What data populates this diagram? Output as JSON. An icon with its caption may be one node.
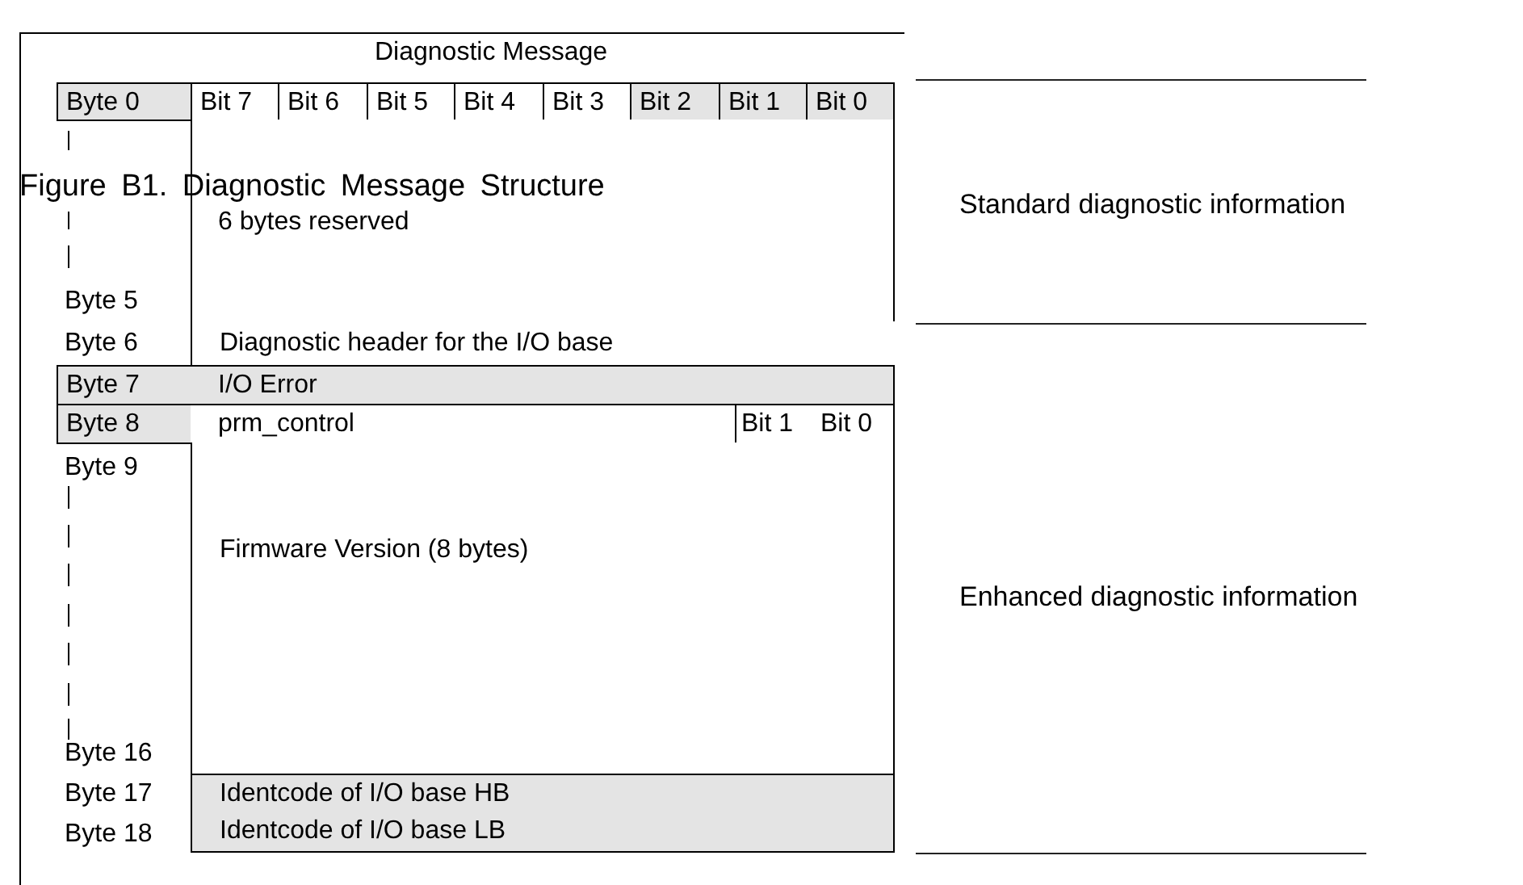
{
  "diagram": {
    "title": "Diagnostic Message",
    "caption": "Figure B1. Diagnostic Message Structure",
    "nodes": [
      {
        "text": [
          "Byte 0"
        ]
      },
      {
        "text": [
          "Bit 7"
        ]
      },
      {
        "text": [
          "Bit 6"
        ]
      },
      {
        "text": [
          "Bit 5"
        ]
      },
      {
        "text": [
          "Bit 4"
        ]
      },
      {
        "text": [
          "Bit 3"
        ]
      },
      {
        "text": [
          "Bit 2"
        ]
      },
      {
        "text": [
          "Bit 1"
        ]
      },
      {
        "text": [
          "Bit 0"
        ]
      },
      {
        "text": [
          "6 bytes reserved"
        ]
      },
      {
        "text": [
          "Diagnostic header for the I/O base"
        ]
      },
      {
        "text": [
          "Byte 7"
        ]
      },
      {
        "text": [
          "I/O Error"
        ]
      },
      {
        "text": [
          "Byte 8"
        ]
      },
      {
        "text": [
          "prm_control"
        ]
      },
      {
        "text": [
          "Bit 1"
        ]
      },
      {
        "text": [
          "Bit 0"
        ]
      },
      {
        "text": [
          "Firmware Version (8 bytes)"
        ]
      },
      {
        "text": [
          "Identcode of I/O base HB"
        ]
      },
      {
        "text": [
          "Identcode of I/O base LB"
        ]
      }
    ],
    "labels": [
      "Standard diagnostic information",
      "Byte 5",
      "Byte 6",
      "Byte 9",
      "Enhanced diagnostic information",
      "Byte 16",
      "Byte 17",
      "Byte 18"
    ]
  }
}
